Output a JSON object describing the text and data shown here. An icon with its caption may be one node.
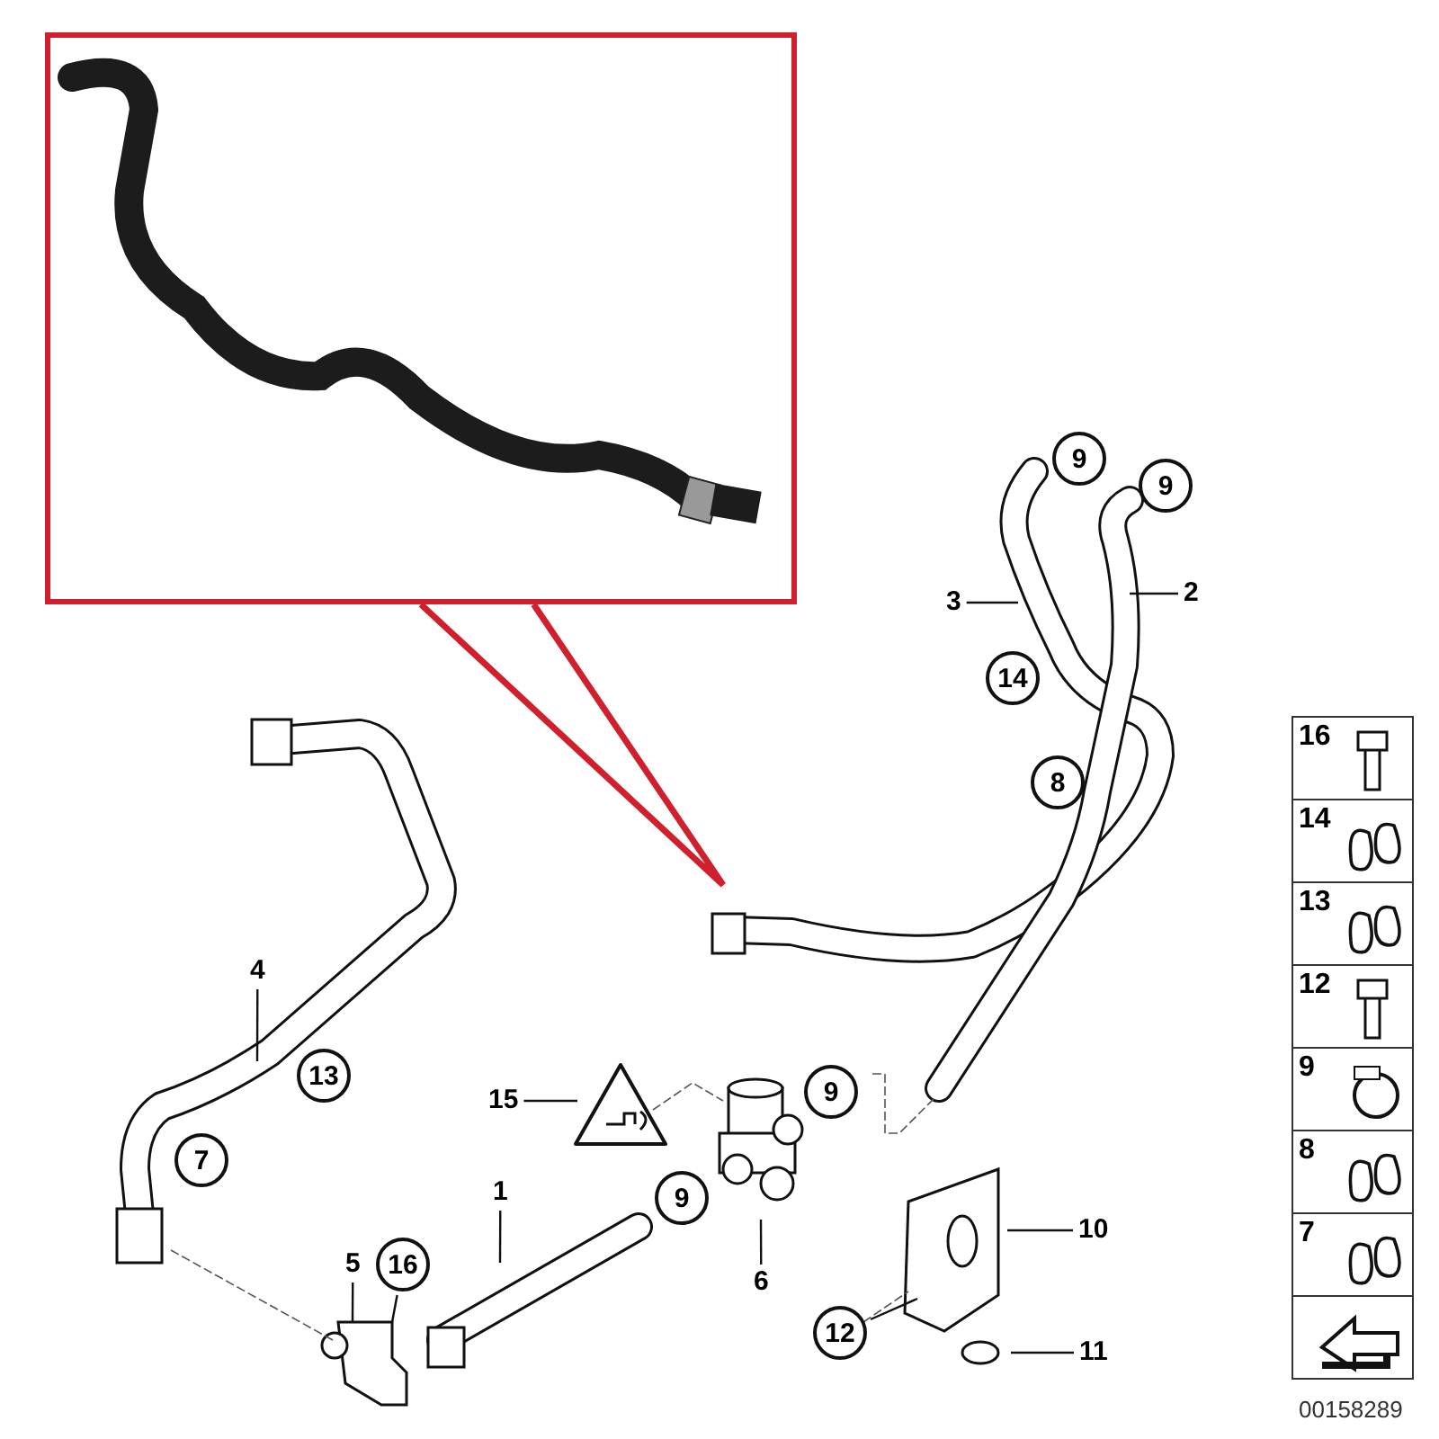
{
  "diagram": {
    "nodes": [
      {
        "text": [],
        "shape": "picture"
      },
      {
        "text": [
          "9"
        ]
      },
      {
        "text": [
          "9"
        ]
      },
      {
        "text": [
          "3"
        ]
      },
      {
        "text": [
          "2"
        ]
      },
      {
        "text": [
          "14"
        ]
      },
      {
        "text": [
          "8"
        ]
      },
      {
        "text": [
          "4"
        ]
      },
      {
        "text": [
          "13"
        ]
      },
      {
        "text": [
          "15"
        ]
      },
      {
        "text": [
          "9"
        ]
      },
      {
        "text": [
          "7"
        ]
      },
      {
        "text": [
          "1"
        ]
      },
      {
        "text": [
          "9"
        ]
      },
      {
        "text": [
          "10"
        ]
      },
      {
        "text": [
          "6"
        ]
      },
      {
        "text": [
          "5"
        ]
      },
      {
        "text": [
          "16"
        ]
      },
      {
        "text": [
          "12"
        ]
      },
      {
        "text": [
          "11"
        ]
      },
      {
        "text": [
          "16"
        ]
      },
      {
        "text": [
          "14"
        ]
      },
      {
        "text": [
          "13"
        ]
      },
      {
        "text": [
          "12"
        ]
      },
      {
        "text": [
          "9"
        ]
      },
      {
        "text": [
          "8"
        ]
      },
      {
        "text": [
          "7"
        ]
      },
      {
        "text": [],
        "shape": "box"
      }
    ],
    "edges": [
      {
        "from": 0,
        "to": null,
        "arrow": "none",
        "style": "thick",
        "color": "#d0202e"
      },
      {
        "from": 3,
        "to": null,
        "arrow": "none"
      },
      {
        "from": 4,
        "to": null,
        "arrow": "none"
      },
      {
        "from": 7,
        "to": null,
        "arrow": "none"
      },
      {
        "from": 9,
        "to": null,
        "arrow": "none"
      },
      {
        "from": 12,
        "to": null,
        "arrow": "none"
      },
      {
        "from": 14,
        "to": null,
        "arrow": "none"
      },
      {
        "from": 15,
        "to": null,
        "arrow": "none"
      },
      {
        "from": 16,
        "to": null,
        "arrow": "none"
      },
      {
        "from": 17,
        "to": null,
        "arrow": "none"
      },
      {
        "from": 18,
        "to": null,
        "arrow": "none"
      },
      {
        "from": 19,
        "to": null,
        "arrow": "none"
      }
    ],
    "labels": [
      "00158289"
    ]
  }
}
